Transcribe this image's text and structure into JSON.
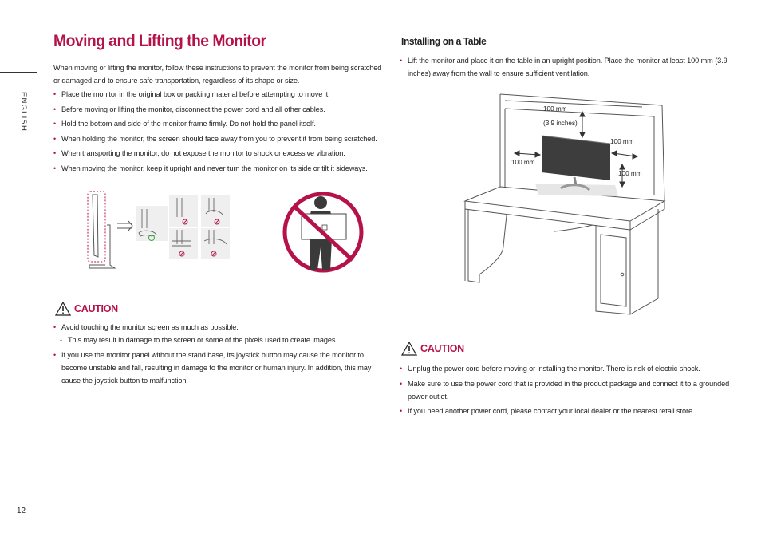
{
  "sidebar": {
    "language": "ENGLISH"
  },
  "page_number": "12",
  "left": {
    "title": "Moving and Lifting the Monitor",
    "intro": "When moving or lifting the monitor, follow these instructions to prevent the monitor from being scratched or damaged and to ensure safe transportation, regardless of its shape or size.",
    "bullets": [
      "Place the monitor in the original box or packing material before attempting to move it.",
      "Before moving or lifting the monitor, disconnect the power cord and all other cables.",
      "Hold the bottom and side of the monitor frame firmly. Do not hold the panel itself.",
      "When holding the monitor, the screen should face away from you to prevent it from being scratched.",
      "When transporting the monitor, do not expose the monitor to shock or excessive vibration.",
      "When moving the monitor, keep it upright and never turn the monitor on its side or tilt it sideways."
    ],
    "caution_label": "CAUTION",
    "caution_items": [
      "Avoid touching the monitor screen as much as possible.",
      "This may result in damage to the screen or some of the pixels used to create images.",
      "If you use the monitor panel without the stand base, its joystick button may cause the monitor to become unstable and fall, resulting in damage to the monitor or human injury. In addition, this may cause the joystick button to malfunction."
    ]
  },
  "right": {
    "heading": "Installing on a Table",
    "bullet": "Lift the monitor and place it on the table in an upright position. Place the monitor at least 100 mm (3.9 inches) away from the wall to ensure sufficient ventilation.",
    "diagram_labels": {
      "top_mm": "100 mm",
      "top_in": "(3.9 inches)",
      "left_mm": "100 mm",
      "right_mm": "100 mm",
      "right_low_mm": "100 mm"
    },
    "caution_label": "CAUTION",
    "caution_items": [
      "Unplug the power cord before moving or installing the monitor. There is risk of electric shock.",
      "Make sure to use the power cord that is provided in the product package and connect it to a grounded power outlet.",
      "If you need another power cord, please contact your local dealer or the nearest retail store."
    ]
  },
  "colors": {
    "accent": "#b5124a",
    "ok": "#3aa83a"
  }
}
